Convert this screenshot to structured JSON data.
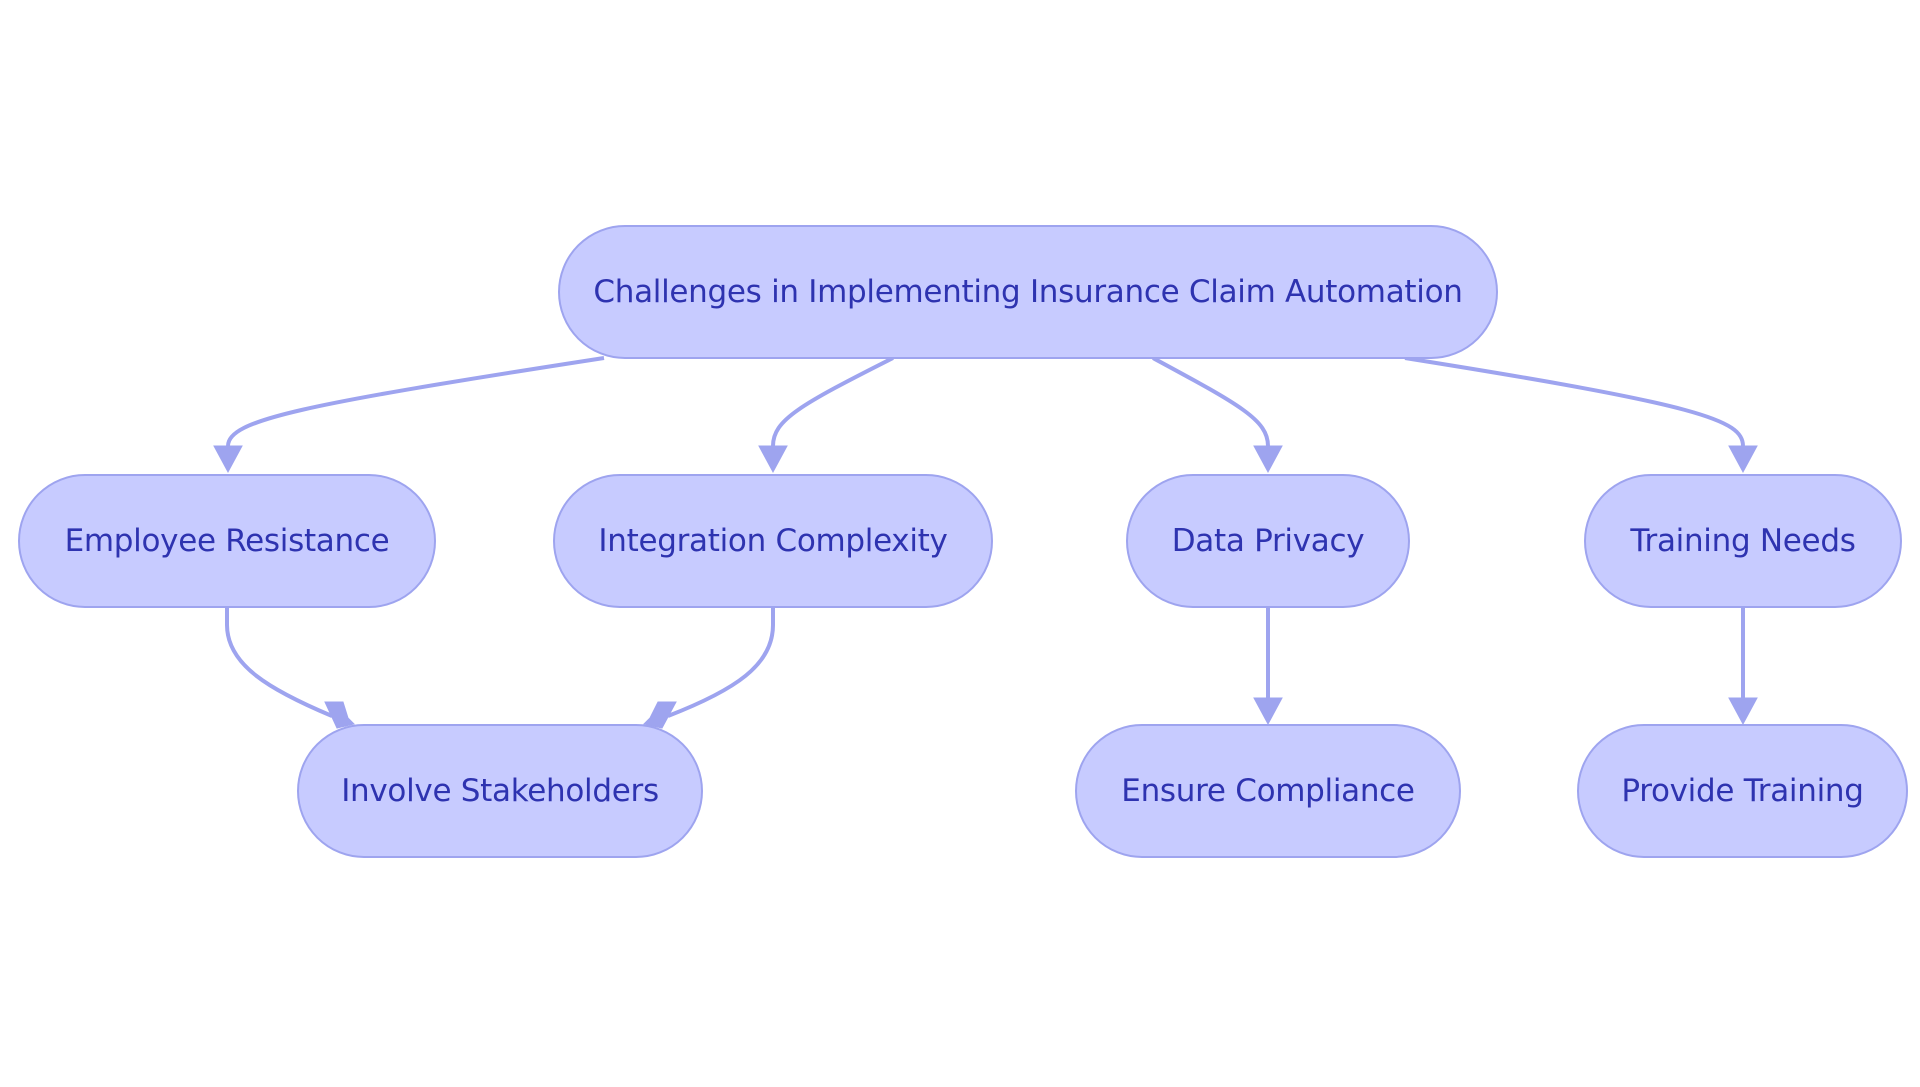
{
  "diagram": {
    "nodes": {
      "root": "Challenges in Implementing Insurance Claim Automation",
      "employee_resistance": "Employee Resistance",
      "integration_complexity": "Integration Complexity",
      "data_privacy": "Data Privacy",
      "training_needs": "Training Needs",
      "involve_stakeholders": "Involve Stakeholders",
      "ensure_compliance": "Ensure Compliance",
      "provide_training": "Provide Training"
    },
    "edges": [
      {
        "from": "root",
        "to": "employee_resistance"
      },
      {
        "from": "root",
        "to": "integration_complexity"
      },
      {
        "from": "root",
        "to": "data_privacy"
      },
      {
        "from": "root",
        "to": "training_needs"
      },
      {
        "from": "employee_resistance",
        "to": "involve_stakeholders"
      },
      {
        "from": "integration_complexity",
        "to": "involve_stakeholders"
      },
      {
        "from": "data_privacy",
        "to": "ensure_compliance"
      },
      {
        "from": "training_needs",
        "to": "provide_training"
      }
    ],
    "colors": {
      "node_fill": "#c7cbff",
      "node_border": "#9ea4ef",
      "text": "#2e33b0",
      "edge": "#9ea4ef"
    }
  }
}
